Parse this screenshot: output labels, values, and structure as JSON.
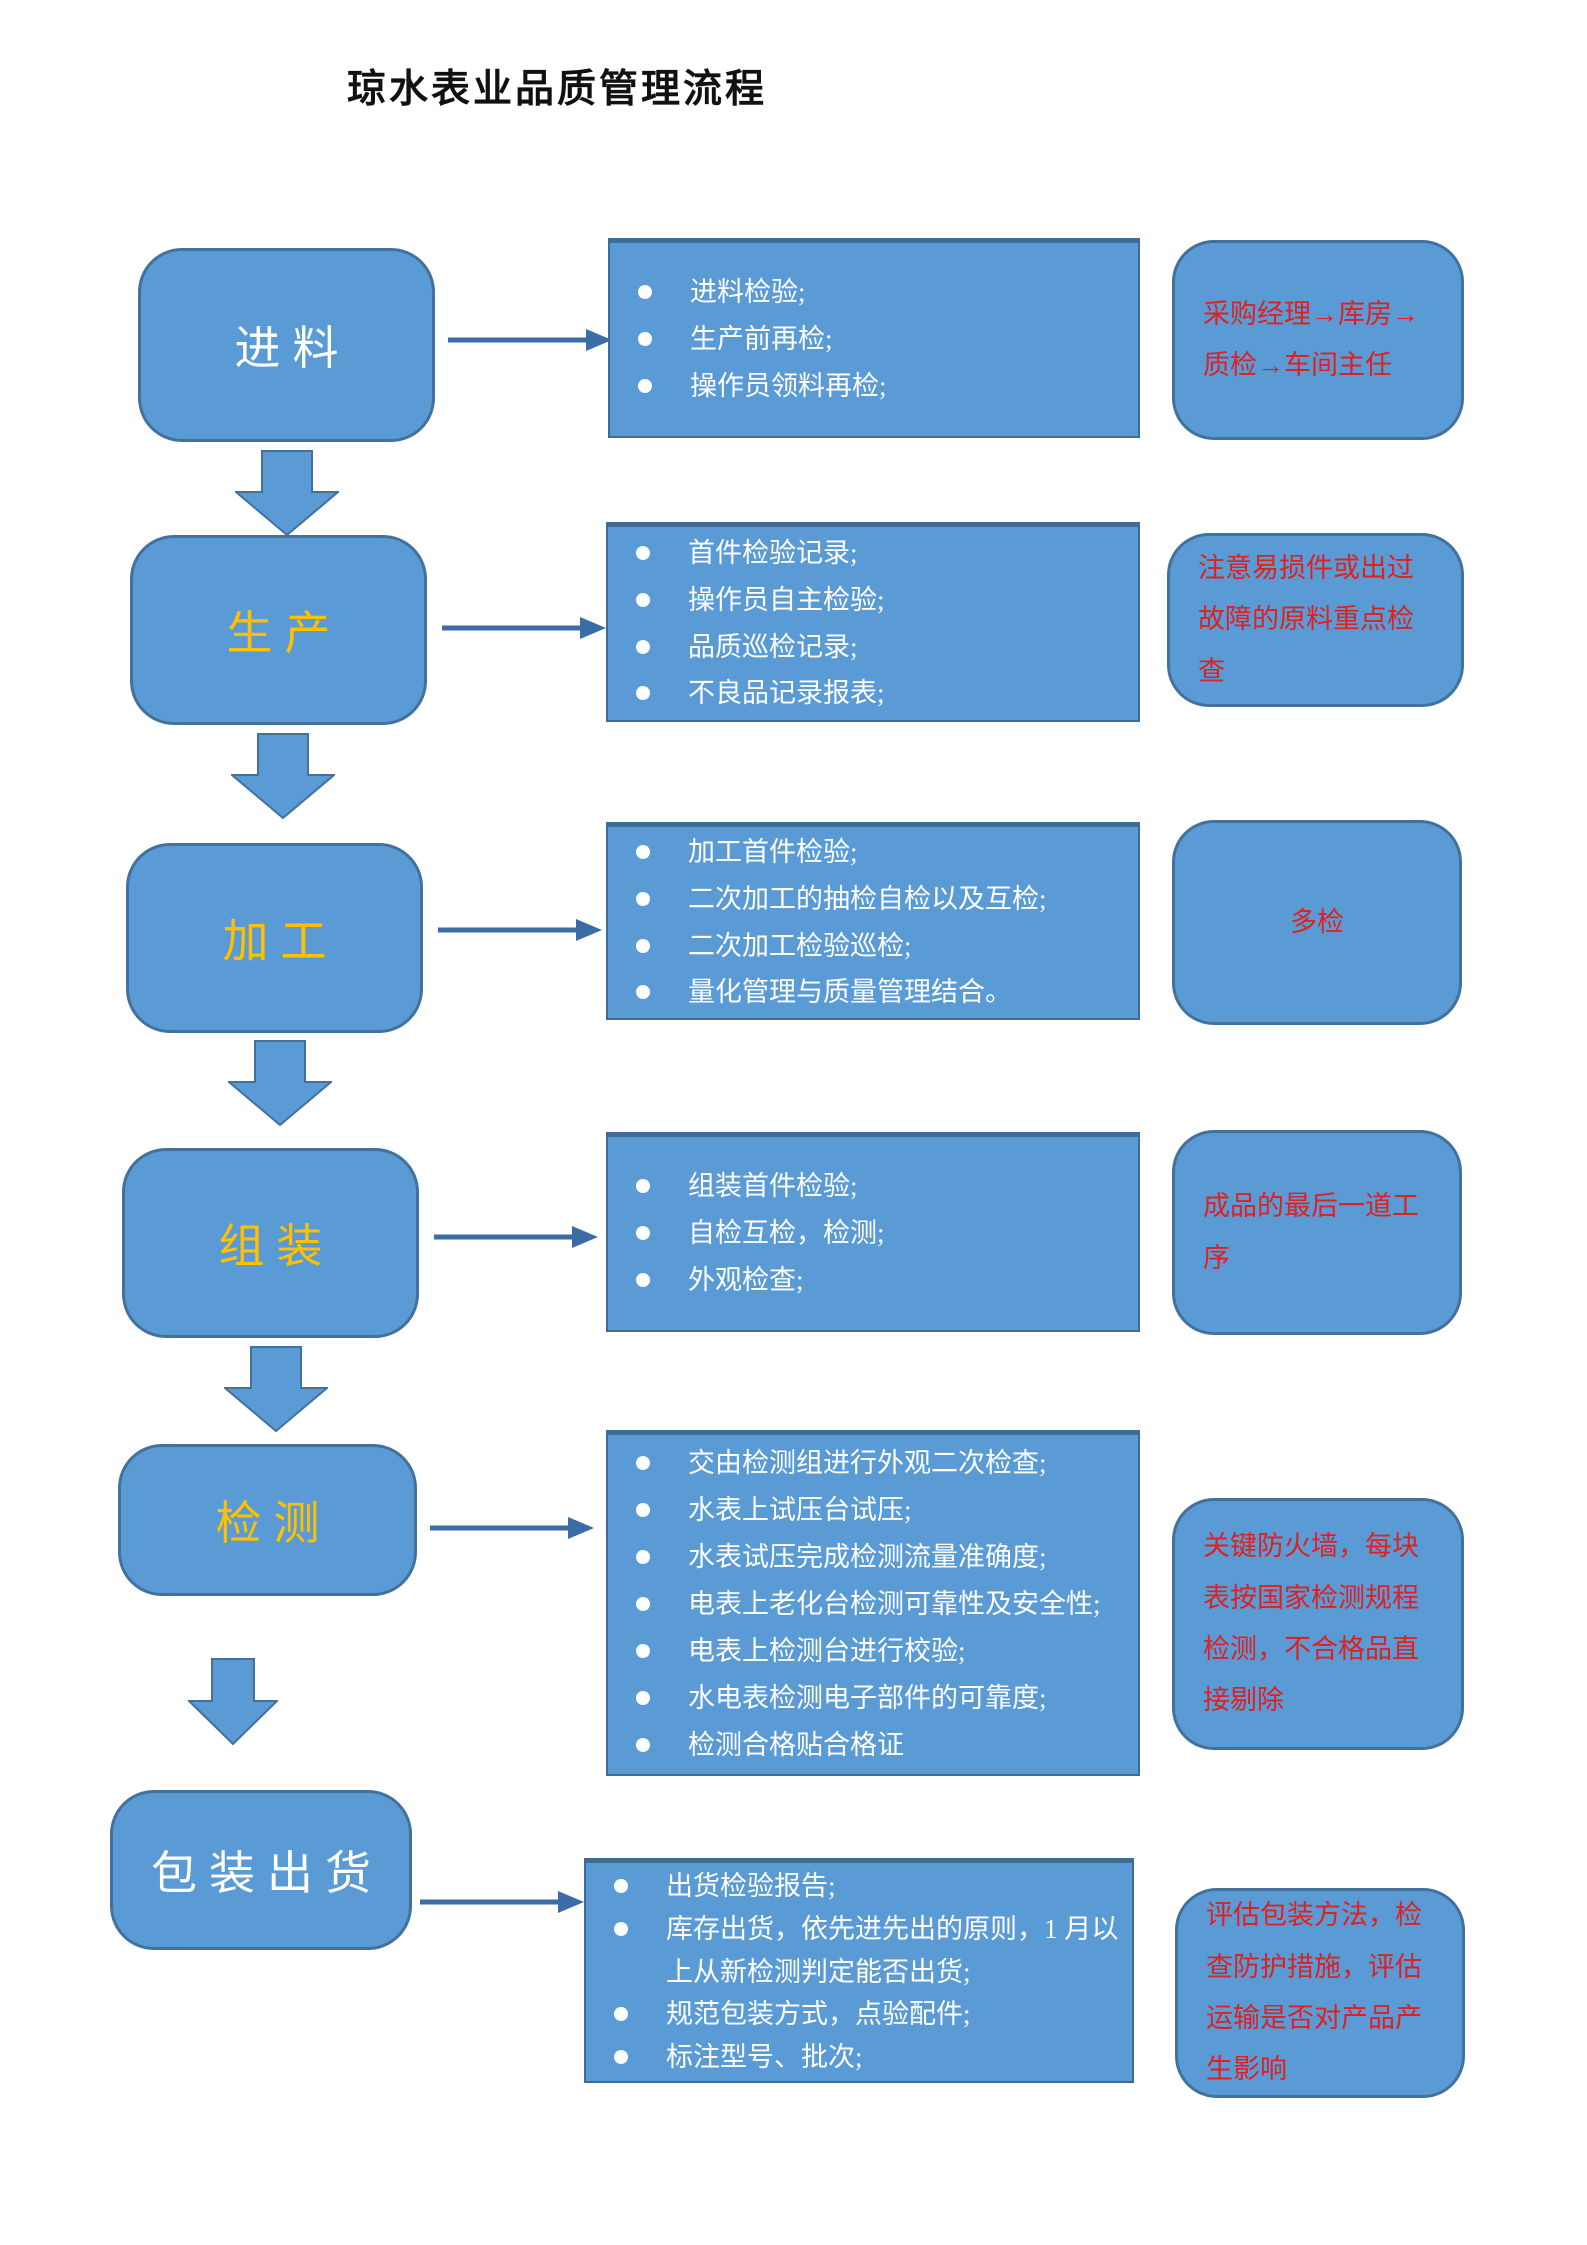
{
  "title": "琼水表业品质管理流程",
  "palette": {
    "shape_fill": "#5B9BD5",
    "shape_border": "#41719C",
    "bullet_text_color": "#FFFFFF",
    "note_text_color": "#E01F1F",
    "stage_yellow": "#FFC000",
    "stage_white": "#FFFFFF",
    "title_color": "#111111"
  },
  "icons": {
    "bullet": "filled-circle",
    "flow_step": "down-block-arrow",
    "flow_detail": "right-arrow"
  },
  "rows": [
    {
      "stage": "进料",
      "stage_text_color": "#FFFFFF",
      "bullets": [
        "进料检验;",
        "生产前再检;",
        "操作员领料再检;"
      ],
      "note": "采购经理→库房→质检→车间主任"
    },
    {
      "stage": "生产",
      "stage_text_color": "#FFC000",
      "bullets": [
        "首件检验记录;",
        "操作员自主检验;",
        "品质巡检记录;",
        "不良品记录报表;"
      ],
      "note": "注意易损件或出过故障的原料重点检查"
    },
    {
      "stage": "加工",
      "stage_text_color": "#FFC000",
      "bullets": [
        "加工首件检验;",
        "二次加工的抽检自检以及互检;",
        "二次加工检验巡检;",
        "量化管理与质量管理结合。"
      ],
      "note": "多检"
    },
    {
      "stage": "组装",
      "stage_text_color": "#FFC000",
      "bullets": [
        "组装首件检验;",
        "自检互检，检测;",
        "外观检查;"
      ],
      "note": "成品的最后一道工序"
    },
    {
      "stage": "检测",
      "stage_text_color": "#FFC000",
      "bullets": [
        "交由检测组进行外观二次检查;",
        "水表上试压台试压;",
        "水表试压完成检测流量准确度;",
        "电表上老化台检测可靠性及安全性;",
        "电表上检测台进行校验;",
        "水电表检测电子部件的可靠度;",
        "检测合格贴合格证"
      ],
      "note": "关键防火墙，每块表按国家检测规程检测，不合格品直接剔除"
    },
    {
      "stage": "包装出货",
      "stage_text_color": "#FFFFFF",
      "bullets": [
        "出货检验报告;",
        "库存出货，依先进先出的原则，1 月以上从新检测判定能否出货;",
        "规范包装方式，点验配件;",
        "标注型号、批次;"
      ],
      "note": "评估包装方法，检查防护措施，评估运输是否对产品产生影响"
    }
  ]
}
